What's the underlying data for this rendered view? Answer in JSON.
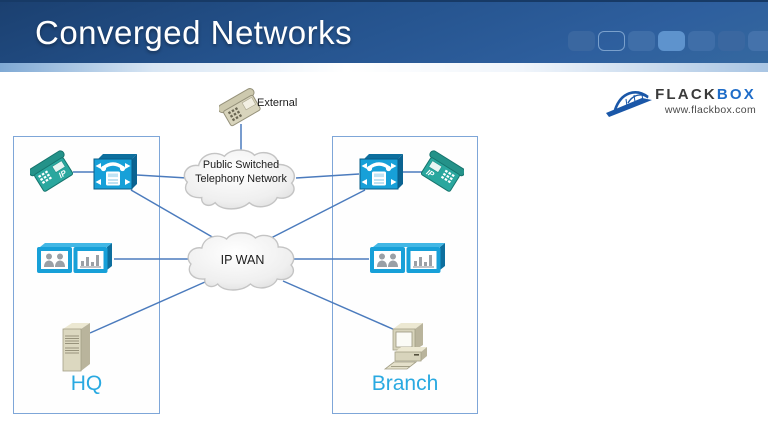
{
  "header": {
    "title": "Converged Networks",
    "deco_squares": [
      {
        "color": "#3a67a0",
        "style": "fill"
      },
      {
        "color": "#7aa0cc",
        "style": "outline"
      },
      {
        "color": "#3f6ea8",
        "style": "fill"
      },
      {
        "color": "#5e93cd",
        "style": "fill"
      },
      {
        "color": "#3f6ea8",
        "style": "fill"
      },
      {
        "color": "#3a67a0",
        "style": "fill"
      },
      {
        "color": "#4472ab",
        "style": "fill"
      }
    ]
  },
  "logo": {
    "brand_primary": "FLACK",
    "brand_secondary": "BOX",
    "url": "www.flackbox.com"
  },
  "diagram": {
    "external_label": "External",
    "pstn": {
      "line1": "Public Switched",
      "line2": "Telephony Network"
    },
    "ipwan_label": "IP WAN",
    "hq_label": "HQ",
    "branch_label": "Branch"
  },
  "icons": {
    "analog-phone": "beige analog desk phone",
    "ip-phone": "teal Cisco IP phone",
    "voice-gateway": "blue cube with phone handset and outward arrows",
    "video-conference": "dual blue screens with people silhouettes and bar chart",
    "server": "beige tower server",
    "desktop-pc": "beige desktop computer with CRT monitor",
    "network-cloud": "gray puffy network cloud",
    "bridge-logo": "blue bridge brand mark"
  },
  "colors": {
    "header_blue_dark": "#1b4070",
    "header_blue_light": "#35689f",
    "site_label": "#29a9e1",
    "connection_line": "#4b7bbd",
    "cisco_blue": "#17a0d8",
    "teal_phone": "#2aa79e",
    "beige_device": "#d8d4bc",
    "box_border": "#7ea6d8",
    "brand_dark": "#3a3a3a",
    "brand_blue": "#1e6cc8"
  }
}
